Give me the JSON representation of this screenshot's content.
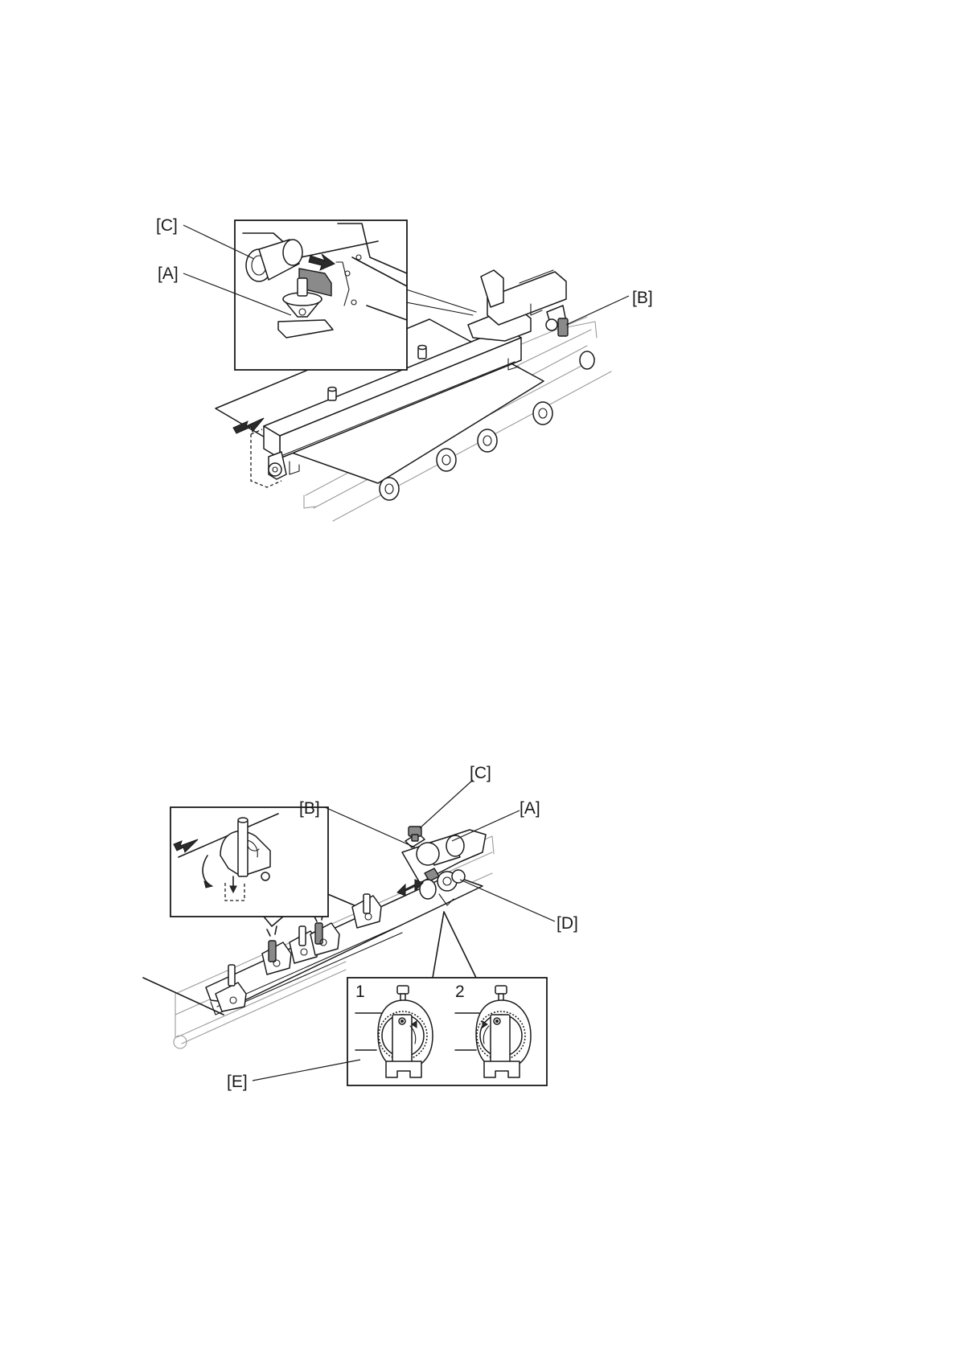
{
  "figure1": {
    "labels": {
      "c": "[C]",
      "a": "[A]",
      "b": "[B]"
    }
  },
  "figure2": {
    "labels": {
      "c": "[C]",
      "b": "[B]",
      "a": "[A]",
      "d": "[D]",
      "e": "[E]"
    },
    "steps": [
      "1",
      "2"
    ]
  }
}
